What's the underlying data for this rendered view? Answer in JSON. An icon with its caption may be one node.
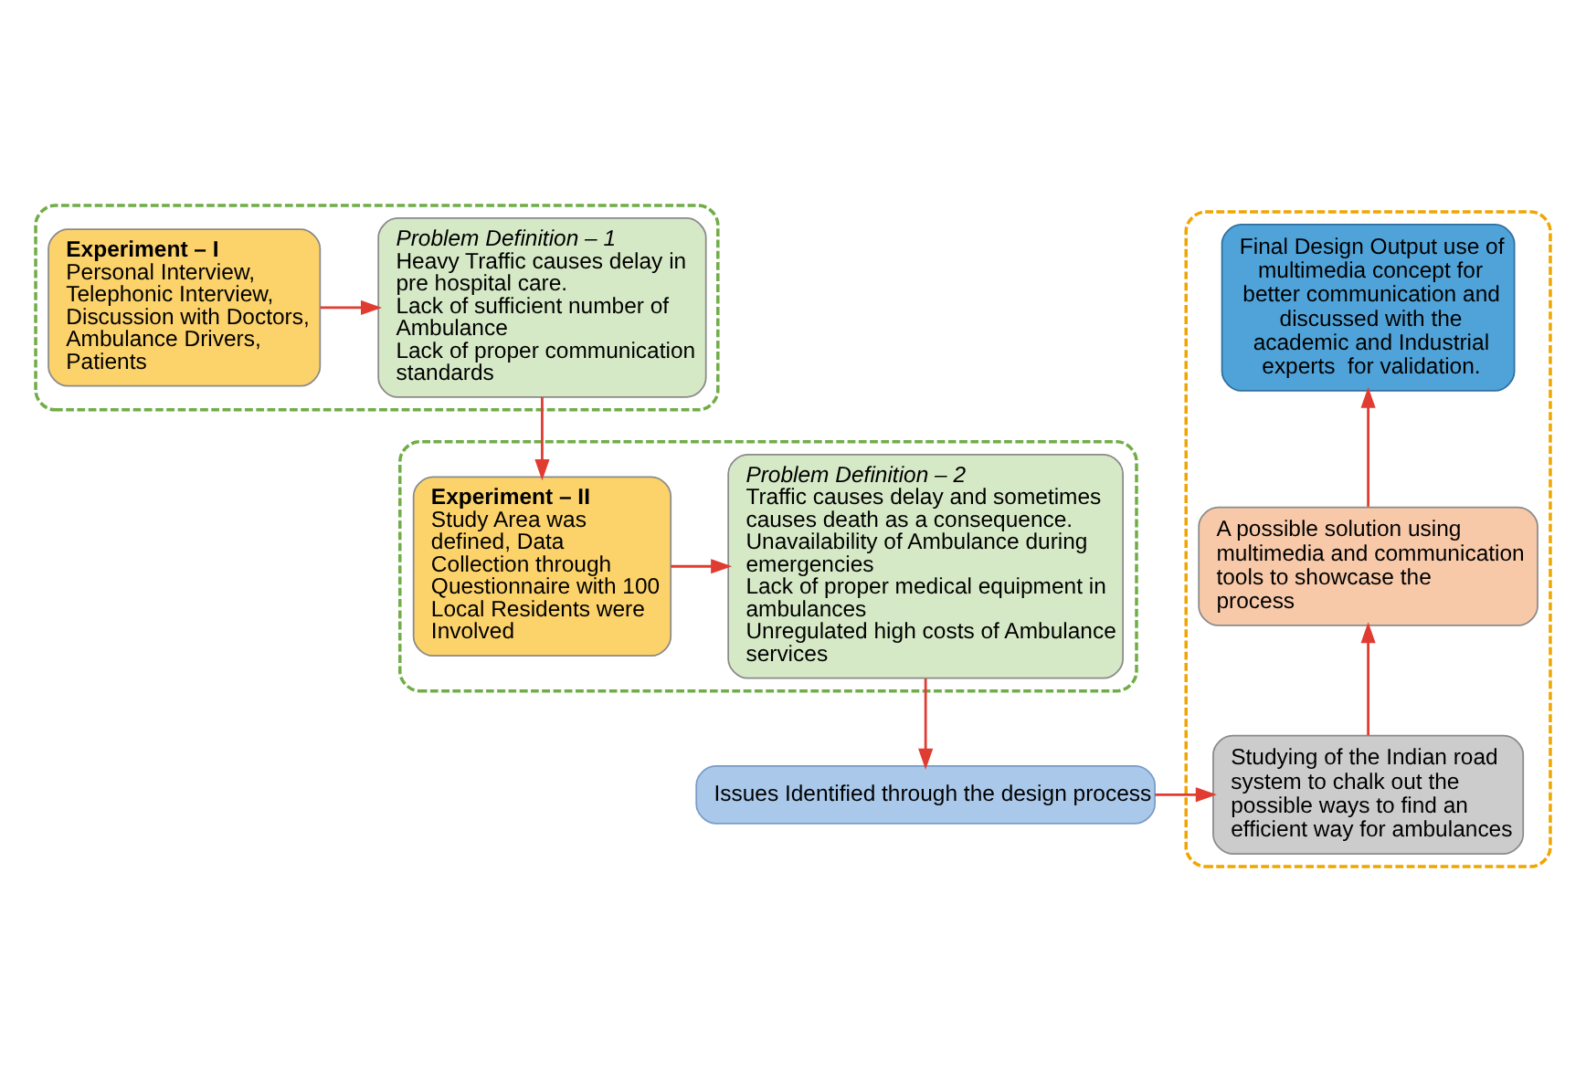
{
  "diagram": {
    "nodes": [
      {
        "text": [],
        "shape": "box"
      },
      {
        "text": [
          "Experiment – I",
          "Personal Interview, Telephonic Interview, Discussion with Doctors, Ambulance Drivers, Patients"
        ],
        "in": 0
      },
      {
        "text": [
          "Problem Definition – 1",
          "Heavy Traffic causes delay in pre hospital care.",
          "Lack of sufficient number of Ambulance",
          "Lack of proper communication standards"
        ],
        "in": 0
      },
      {
        "text": [],
        "shape": "box"
      },
      {
        "text": [
          "Problem Definition – 2",
          "Traffic causes delay and sometimes causes death as a consequence.",
          "Unavailability of Ambulance during emergencies",
          "Lack of proper medical equipment in ambulances",
          "Unregulated high costs of Ambulance services"
        ],
        "in": 3
      },
      {
        "text": [
          "Experiment – II",
          "Study Area was defined, Data Collection through Questionnaire with 100 Local Residents were Involved"
        ],
        "in": 3
      },
      {
        "text": [
          "Issues Identified through the design process"
        ]
      },
      {
        "text": [],
        "shape": "box"
      },
      {
        "text": [
          "Final Design Output use of multimedia concept for better communication and discussed with the academic and Industrial experts  for validation."
        ],
        "in": 7
      },
      {
        "text": [
          "A possible solution using multimedia and communication tools to showcase the process"
        ],
        "in": 7
      },
      {
        "text": [
          "Studying of the Indian road system to chalk out the possible ways to find an efficient way for ambulances"
        ],
        "in": 7
      }
    ],
    "edges": [
      {
        "from": 1,
        "to": 2,
        "arrow": "to"
      },
      {
        "from": 2,
        "to": 5,
        "arrow": "to"
      },
      {
        "from": 5,
        "to": 4,
        "arrow": "to"
      },
      {
        "from": 4,
        "to": 6,
        "arrow": "to"
      },
      {
        "from": 6,
        "to": 10,
        "arrow": "to"
      },
      {
        "from": 10,
        "to": 9,
        "arrow": "to"
      },
      {
        "from": 9,
        "to": 8,
        "arrow": "to"
      }
    ]
  }
}
